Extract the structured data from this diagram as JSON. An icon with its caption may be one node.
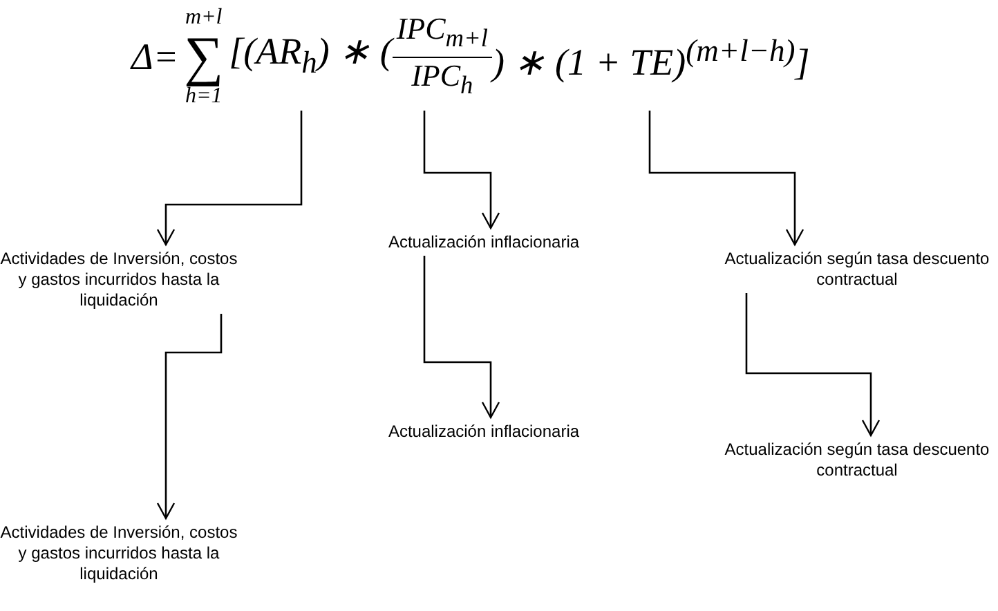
{
  "diagram": {
    "nodes": [
      {
        "text": [
          "Δ=",
          "m+l",
          "∑",
          "h=1",
          "[(AR$_{h}$) ∗ (",
          "IPC$_{m+l}$",
          "IPC$_{h}$",
          ") ∗ (1 + TE)$^{(m+l−h)}$]"
        ]
      },
      {
        "text": [
          "Actividades de Inversión, costos y gastos incurridos hasta la liquidación"
        ]
      },
      {
        "text": [
          "Actualización inflacionaria"
        ]
      },
      {
        "text": [
          "Actualización según tasa descuento contractual"
        ]
      },
      {
        "text": [
          "Actividades de Inversión, costos y gastos incurridos hasta la liquidación"
        ]
      },
      {
        "text": [
          "Actualización inflacionaria"
        ]
      },
      {
        "text": [
          "Actualización según tasa descuento contractual"
        ]
      }
    ],
    "edges": [
      {
        "from": 0,
        "to": 1,
        "arrow": "to"
      },
      {
        "from": 0,
        "to": 2,
        "arrow": "to"
      },
      {
        "from": 0,
        "to": 3,
        "arrow": "to"
      },
      {
        "from": 1,
        "to": 4,
        "arrow": "to"
      },
      {
        "from": 2,
        "to": 5,
        "arrow": "to"
      },
      {
        "from": 3,
        "to": 6,
        "arrow": "to"
      }
    ]
  }
}
